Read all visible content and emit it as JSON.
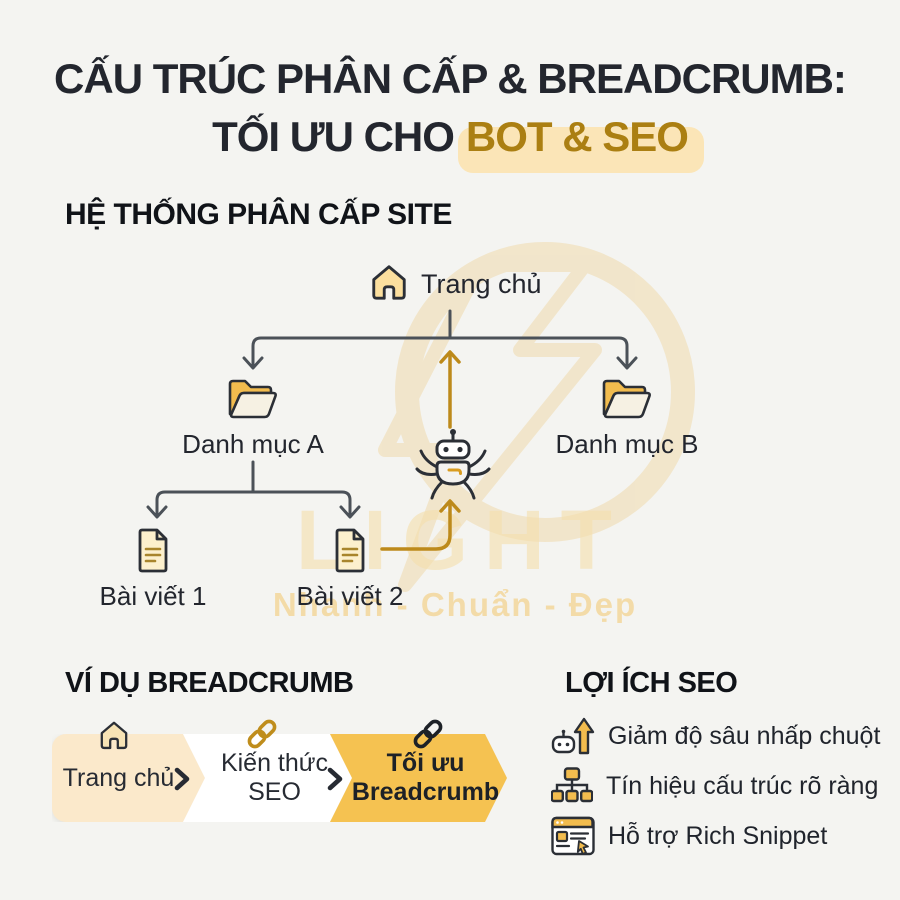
{
  "title": {
    "line1": "CẤU TRÚC PHÂN CẤP & BREADCRUMB:",
    "line2_prefix": "TỐI ƯU CHO",
    "line2_highlight": "BOT & SEO"
  },
  "site_hierarchy": {
    "heading": "HỆ THỐNG PHÂN CẤP SITE",
    "root": {
      "label": "Trang chủ",
      "icon": "home-icon"
    },
    "children": [
      {
        "label": "Danh mục A",
        "icon": "folder-icon"
      },
      {
        "label": "Danh mục B",
        "icon": "folder-icon"
      }
    ],
    "posts": [
      {
        "label": "Bài viết 1",
        "icon": "document-icon"
      },
      {
        "label": "Bài viết 2",
        "icon": "document-icon"
      }
    ],
    "crawler": {
      "icon": "crawler-bot-icon"
    }
  },
  "watermark": {
    "brand": "LIGHT",
    "tagline": "Nhanh - Chuẩn - Đẹp"
  },
  "breadcrumb_example": {
    "heading": "VÍ DỤ BREADCRUMB",
    "items": [
      {
        "label": "Trang chủ",
        "icon": "home-icon"
      },
      {
        "label": "Kiến thức SEO",
        "icon": "link-icon"
      },
      {
        "label": "Tối ưu Breadcrumb",
        "icon": "link-icon"
      }
    ]
  },
  "seo_benefits": {
    "heading": "LỢI ÍCH SEO",
    "items": [
      {
        "label": "Giảm độ sâu nhấp chuột",
        "icon": "robot-click-depth-icon"
      },
      {
        "label": "Tín hiệu cấu trúc rõ ràng",
        "icon": "sitemap-icon"
      },
      {
        "label": "Hỗ trợ Rich Snippet",
        "icon": "rich-snippet-icon"
      }
    ]
  },
  "colors": {
    "background": "#f4f4f1",
    "text_dark": "#23262e",
    "accent_gold": "#ab7f12",
    "highlight": "#fbe5b7",
    "breadcrumb_gold": "#f5c251",
    "breadcrumb_cream": "#fbe9cb",
    "line_dark": "#4b5158",
    "arrow_gold": "#bd8a1b",
    "icon_gold": "#f2bc4e",
    "watermark_gold": "#f0d8a6"
  }
}
